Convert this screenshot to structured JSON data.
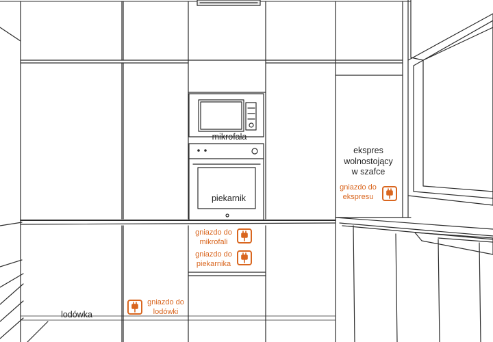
{
  "labels": {
    "mikrofala": "mikrofala",
    "piekarnik": "piekarnik",
    "lodowka": "lodówka",
    "ekspres": [
      "ekspres",
      "wolnostojący",
      "w szafce"
    ]
  },
  "sockets": {
    "ekspres": [
      "gniazdo do",
      "ekspresu"
    ],
    "mikrofala": [
      "gniazdo do",
      "mikrofali"
    ],
    "piekarnik": [
      "gniazdo do",
      "piekarnika"
    ],
    "lodowka": [
      "gniazdo do",
      "lodówki"
    ]
  },
  "colors": {
    "socket_accent": "#d9661f",
    "line": "#2b2b2b"
  },
  "icons": [
    "power-plug-icon"
  ]
}
